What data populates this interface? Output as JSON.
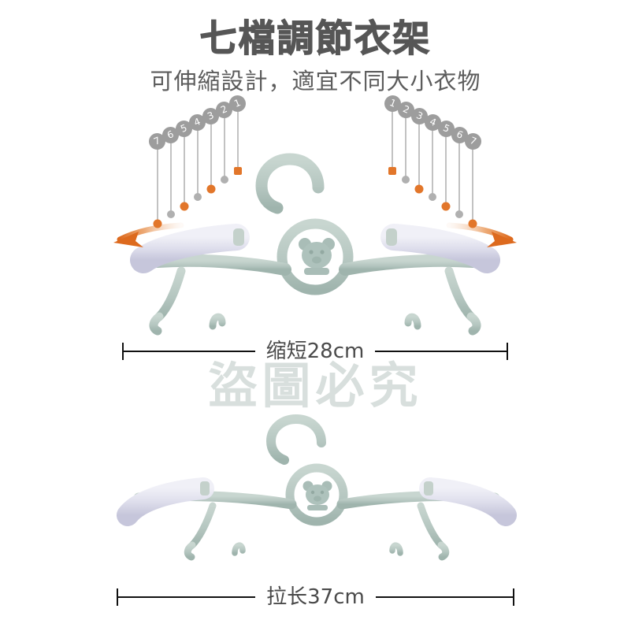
{
  "header": {
    "title": "七檔調節衣架",
    "subtitle": "可伸縮設計，適宜不同大小衣物"
  },
  "watermark": {
    "text": "盜圖必究"
  },
  "colors": {
    "hanger_green": "#b9cac4",
    "hanger_green_dark": "#9db3ac",
    "pad_lavender": "#ddddea",
    "pad_lavender_dark": "#c9c9dc",
    "marker_orange": "#e2762a",
    "marker_gray": "#b0b0b0",
    "callout_gray": "#9d9d9d",
    "arrow_orange": "#e2762a",
    "text_dark": "#565656",
    "watermark_gray": "#d8dfdd",
    "dimension_black": "#111111"
  },
  "callouts": {
    "left": {
      "label": "left-notch-callouts",
      "numbers": [
        "7",
        "6",
        "5",
        "4",
        "3",
        "2",
        "1"
      ],
      "marker_colors": [
        "orange",
        "gray",
        "orange",
        "gray",
        "orange",
        "gray",
        "orange"
      ]
    },
    "right": {
      "label": "right-notch-callouts",
      "numbers": [
        "1",
        "2",
        "3",
        "4",
        "5",
        "6",
        "7"
      ],
      "marker_colors": [
        "orange",
        "gray",
        "orange",
        "gray",
        "orange",
        "gray",
        "orange"
      ]
    }
  },
  "arrows": {
    "left": "expand-left-arrow",
    "right": "expand-right-arrow"
  },
  "dimensions": {
    "top": {
      "label": "缩短28cm",
      "value": 28,
      "unit": "cm",
      "state": "retracted"
    },
    "bottom": {
      "label": "拉长37cm",
      "value": 37,
      "unit": "cm",
      "state": "extended"
    }
  },
  "product": {
    "stage_top_name": "hanger-retracted",
    "stage_bottom_name": "hanger-extended",
    "motif": "bear-face",
    "adjustment_levels": 7
  }
}
